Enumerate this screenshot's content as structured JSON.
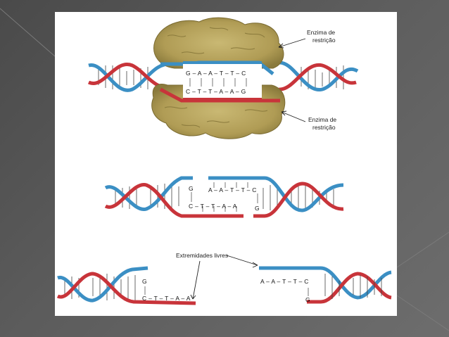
{
  "diagram": {
    "labels": {
      "enzyme_top": [
        "Enzima de",
        "restrição"
      ],
      "enzyme_bottom": [
        "Enzima de",
        "restrição"
      ],
      "free_ends": "Extremidades livres"
    },
    "sequences": {
      "top_strand_full": "G – A – A – T – T – C",
      "bottom_strand_full": "C – T – T – A – A – G",
      "mid_left_top": "G",
      "mid_left_bottom": "C – T – T – A – A",
      "mid_right_top": "A – A – T – T – C",
      "mid_right_bottom": "G",
      "bot_left_top": "G",
      "bot_left_bottom": "C – T – T – A – A",
      "bot_right_top": "A – A – T – T – C",
      "bot_right_bottom": "G"
    },
    "colors": {
      "strand_blue": "#3b8fc4",
      "strand_red": "#c8343a",
      "enzyme": "#b7a35e",
      "enzyme_dark": "#8a7a3c",
      "background": "#555555"
    }
  }
}
